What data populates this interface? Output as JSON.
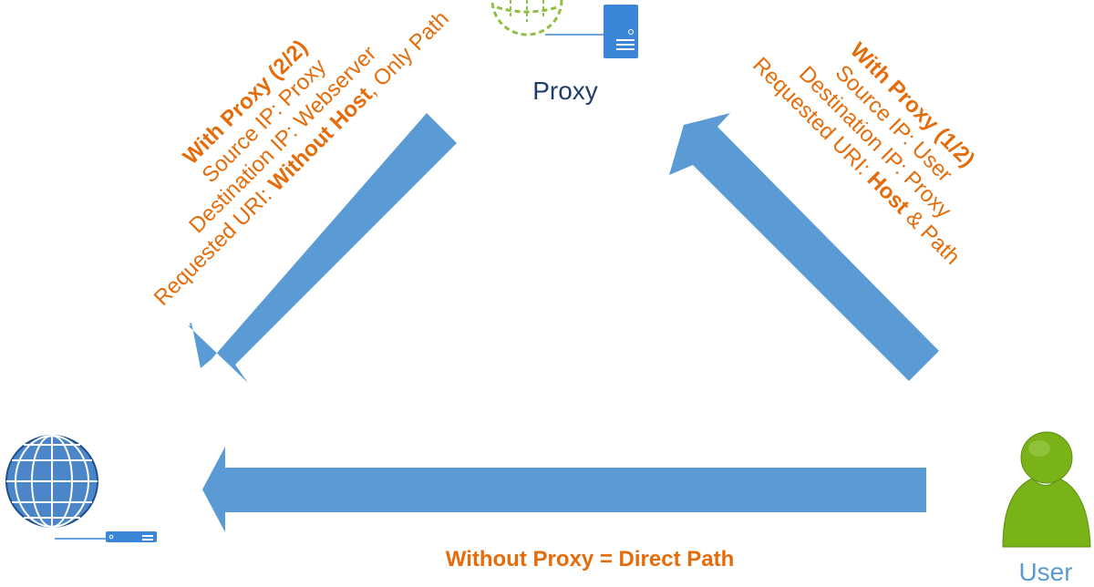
{
  "nodes": {
    "proxy_label": "Proxy",
    "user_label": "User"
  },
  "left_box": {
    "title": "With Proxy (2/2)",
    "source": "Source IP: Proxy",
    "destination": "Destination IP: Webserver",
    "uri_prefix": "Requested URI: ",
    "uri_bold": "Without Host",
    "uri_suffix": ", Only Path"
  },
  "right_box": {
    "title": "With Proxy (1/2)",
    "source": "Source IP: User",
    "destination": "Destination IP: Proxy",
    "uri_prefix": "Requested URI: ",
    "uri_bold": "Host",
    "uri_suffix": " & Path"
  },
  "bottom_label": "Without Proxy = Direct Path",
  "colors": {
    "arrow": "#5b9bd5",
    "text_orange": "#e46c0a",
    "proxy_label": "#1f3d6b",
    "user_body": "#7ab317",
    "server_blue": "#3b86d6"
  },
  "icons": [
    "globe-icon",
    "server-icon",
    "network-switch-icon",
    "user-icon",
    "proxy-globe-icon"
  ]
}
